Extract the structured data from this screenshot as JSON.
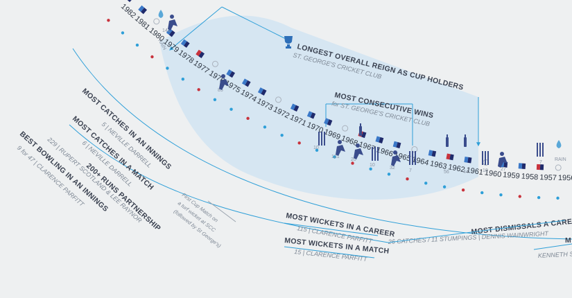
{
  "colors": {
    "navy": "#1f2a6b",
    "red": "#c8323c",
    "cyan": "#2e9fd8",
    "light_blue": "#cfe4f3",
    "text": "#3a4150",
    "muted": "#8a94a3"
  },
  "timeline": [
    {
      "year": "1982"
    },
    {
      "year": "1981"
    },
    {
      "year": "1980"
    },
    {
      "year": "1979"
    },
    {
      "year": "1978"
    },
    {
      "year": "1977"
    },
    {
      "year": "1976"
    },
    {
      "year": "1975"
    },
    {
      "year": "1974"
    },
    {
      "year": "1973"
    },
    {
      "year": "1972"
    },
    {
      "year": "1971"
    },
    {
      "year": "1970"
    },
    {
      "year": "1969"
    },
    {
      "year": "1968"
    },
    {
      "year": "1967"
    },
    {
      "year": "1966"
    },
    {
      "year": "1965"
    },
    {
      "year": "1964"
    },
    {
      "year": "1963"
    },
    {
      "year": "1962"
    },
    {
      "year": "1961"
    },
    {
      "year": "1960"
    },
    {
      "year": "1959"
    },
    {
      "year": "1958"
    },
    {
      "year": "1957"
    },
    {
      "year": "1956"
    }
  ],
  "small_labels": {
    "rain_1": "RAIN",
    "rain_2": "RAIN",
    "val_141": "141",
    "val_85": "85",
    "val_10a": "10",
    "val_121": "121",
    "val_20": "20",
    "val_10b": "10",
    "val_32": "32",
    "val_7": "7",
    "val_56": "56",
    "val_44": "44",
    "val_10c": "10",
    "val_27": "27",
    "val_7b": "7"
  },
  "records": {
    "longest_reign": {
      "title": "LONGEST OVERALL REIGN AS CUP HOLDERS",
      "sub": "ST. GEORGE'S CRICKET CLUB"
    },
    "consecutive_wins": {
      "title": "MOST CONSECUTIVE WINS",
      "sub": "for ST. GEORGE'S CRICKET CLUB"
    },
    "catches_innings": {
      "title": "MOST CATCHES IN AN INNINGS",
      "sub": "5 | NEVILLE DARRELL"
    },
    "catches_match": {
      "title": "MOST CATCHES IN A MATCH",
      "sub": "6 | NEVILLE DARRELL"
    },
    "partnership": {
      "title": "200+ RUNS PARTNERSHIP",
      "sub": "229 | RUPERT SCOTLAND & LEE RAYNOR"
    },
    "best_bowling": {
      "title": "BEST BOWLING IN AN INNINGS",
      "sub": "9 for 47 | CLARENCE PARFITT"
    },
    "wickets_career": {
      "title": "MOST WICKETS IN A CAREER",
      "sub": "115 | CLARENCE PARFITT"
    },
    "wickets_match": {
      "title": "MOST WICKETS IN A MATCH",
      "sub": "15 | CLARENCE PARFITT"
    },
    "dismissals_career": {
      "title": "MOST DISMISSALS A CAREER",
      "sub": "26 CATCHES / 11 STUMPINGS | DENNIS WAINWRIGHT"
    },
    "kenneth": {
      "title": "M",
      "sub": "KENNETH S"
    }
  },
  "notes": {
    "first_cup_line1": "First Cup Match on",
    "first_cup_line2": "a turf wicket at SCC",
    "first_cup_line3": "(followed by St George's)"
  }
}
